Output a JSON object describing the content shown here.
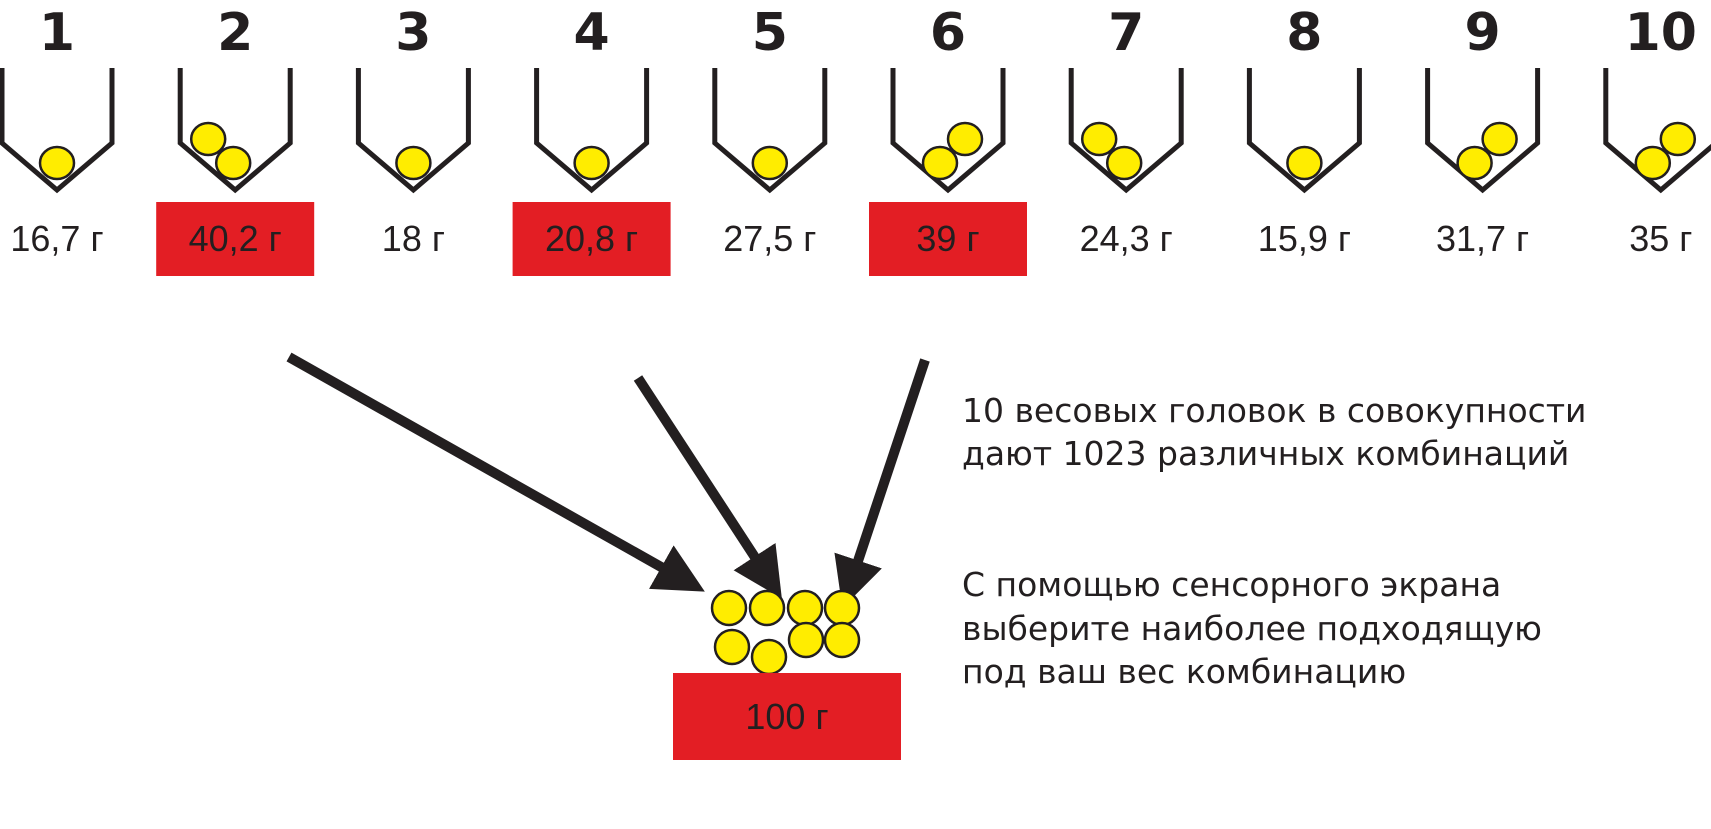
{
  "colors": {
    "ink": "#231f20",
    "ball": "#ffed00",
    "highlight": "#e31e24"
  },
  "heads": [
    {
      "number": "1",
      "weight": "16,7 г",
      "balls": 1,
      "arrangement": "single",
      "selected": false
    },
    {
      "number": "2",
      "weight": "40,2 г",
      "balls": 2,
      "arrangement": "left-high",
      "selected": true
    },
    {
      "number": "3",
      "weight": "18 г",
      "balls": 1,
      "arrangement": "single",
      "selected": false
    },
    {
      "number": "4",
      "weight": "20,8 г",
      "balls": 1,
      "arrangement": "single",
      "selected": true
    },
    {
      "number": "5",
      "weight": "27,5 г",
      "balls": 1,
      "arrangement": "single",
      "selected": false
    },
    {
      "number": "6",
      "weight": "39 г",
      "balls": 2,
      "arrangement": "right-high",
      "selected": true
    },
    {
      "number": "7",
      "weight": "24,3 г",
      "balls": 2,
      "arrangement": "left-high",
      "selected": false
    },
    {
      "number": "8",
      "weight": "15,9 г",
      "balls": 1,
      "arrangement": "single",
      "selected": false
    },
    {
      "number": "9",
      "weight": "31,7 г",
      "balls": 2,
      "arrangement": "right-high",
      "selected": false
    },
    {
      "number": "10",
      "weight": "35 г",
      "balls": 2,
      "arrangement": "right-high",
      "selected": false
    }
  ],
  "result": {
    "weight": "100 г",
    "balls": 8
  },
  "description": {
    "para1": [
      "10 весовых головок в совокупности",
      "дают 1023 различных комбинаций"
    ],
    "para2": [
      "С помощью сенсорного экрана",
      "выберите наиболее подходящую",
      "под ваш вес комбинацию"
    ]
  }
}
